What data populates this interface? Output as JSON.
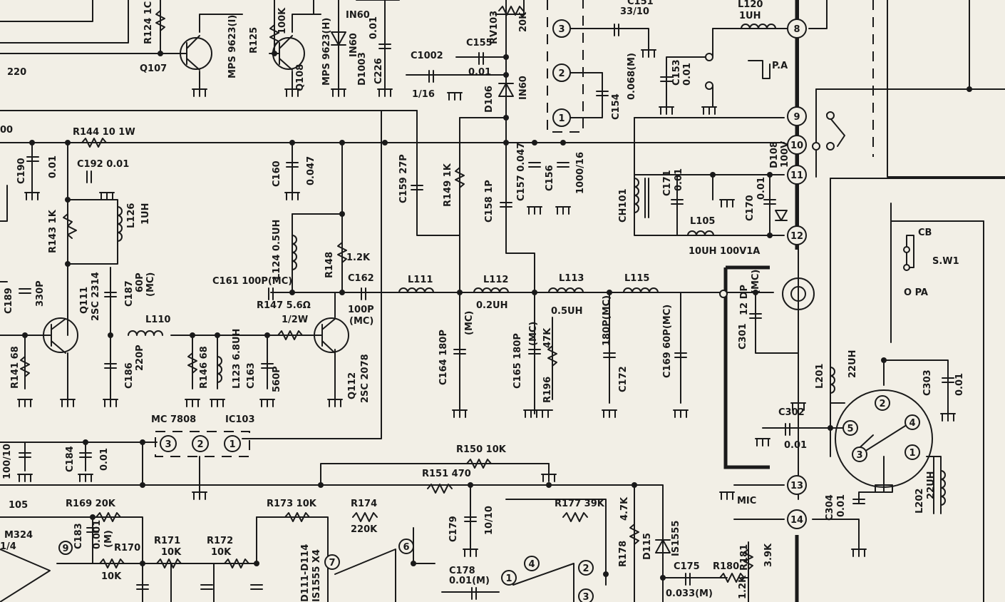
{
  "labels": {
    "r124": "R124 1C",
    "q107": "Q107",
    "mps9623": "MPS 9623(I)",
    "r125": "R125",
    "r125v": "100K",
    "q108": "Q108",
    "mps9623h": "MPS 9623(H)",
    "in60a": "IN60",
    "in60b": "IN60",
    "d103": "D1003",
    "c226": "C226",
    "c226v": "0.01",
    "c1002": "C1002",
    "c1002v": "1/16",
    "c155": "C155",
    "c155v": "0.01",
    "rv103": "RV103",
    "rv103v": "20K",
    "d106": "D106",
    "in60c": "IN60",
    "c151": "C151",
    "c151v": "33/10",
    "c154": "C154",
    "c154v": "0.068(M)",
    "l120": "L120",
    "l120v": "1UH",
    "pa": "P.A",
    "c153": "C153",
    "c153v": "0.01",
    "v220": "220",
    "r144": "R144 10 1W",
    "c190": "C190",
    "c190v": "0.01",
    "c192": "C192  0.01",
    "c160": "C160",
    "c160v": "0.047",
    "c159": "C159 27P",
    "r149": "R149 1K",
    "c158": "C158 1P",
    "c157": "C157 0.047",
    "c156": "C156",
    "c156v": "1000/16",
    "r143": "R143 1K",
    "l126": "L126",
    "l126v": "1UH",
    "l124": "L124 0.5UH",
    "r148": "R148",
    "r148v": "1.2K",
    "ch101": "CH101",
    "c171": "C171",
    "c171v": "0.01",
    "d108": "D108",
    "d108v": "100V",
    "c170": "C170",
    "c170v": "0.01",
    "l105": "L105",
    "l105v": "10UH  100V1A",
    "cb": "CB",
    "sw1": "S.W1",
    "opa": "O PA",
    "c189": "C189",
    "c189v": "330P",
    "q111": "Q111",
    "q111v": "2SC 2314",
    "c187": "C187",
    "c187v": "60P",
    "c187m": "(MC)",
    "c161": "C161 100P(MC)",
    "r147": "R147 5.6Ω",
    "r147w": "1/2W",
    "c162": "C162",
    "c162v": "100P",
    "c162m": "(MC)",
    "l111": "L111",
    "l112": "L112",
    "l112v": "0.2UH",
    "l113": "L113",
    "l113v": "0.5UH",
    "l115": "L115",
    "c301": "C301",
    "c301v": "12 DP",
    "c301m": "(MC)",
    "l110": "L110",
    "r141": "R141 68",
    "c186": "C186",
    "c186v": "220P",
    "r146": "R146 68",
    "l123": "L123 6.8UH",
    "c163": "C163",
    "c163v": "560P",
    "q112": "Q112",
    "q112v": "2SC 2078",
    "c164": "C164 180P",
    "c164m": "(MC)",
    "c165": "C165 180P",
    "c165m": "(MC)",
    "r196": "R196",
    "r196v": "47K",
    "c172": "C172",
    "c172v": "180P(MC)",
    "c169": "C169 60P(MC)",
    "l201": "L201",
    "l201v": "22UH",
    "c303": "C303",
    "c303v": "0.01",
    "c302": "C302",
    "c302v": "0.01",
    "mc7808": "MC 7808",
    "ic103": "IC103",
    "c184": "C184",
    "c184v": "0.01",
    "v100_10": "100/10",
    "r150": "R150 10K",
    "r151": "R151 470",
    "r169": "R169  20K",
    "c183": "C183",
    "c183v": "0.001",
    "c183m": "(M)",
    "r170": "R170",
    "r170v": "10K",
    "r171": "R171",
    "r171v": "10K",
    "r172": "R172",
    "r172v": "10K",
    "r173": "R173 10K",
    "r174": "R174",
    "r174v": "220K",
    "c179": "C179",
    "c179v": "10/10",
    "r177": "R177 39K",
    "r178": "R178",
    "r178v": "4.7K",
    "d115": "D115",
    "is1555a": "IS1555",
    "d111": "D111-D114",
    "d111v": "IS1555 X4",
    "c178": "C178",
    "c178v": "0.01(M)",
    "c175": "C175",
    "c175v": "0.033(M)",
    "r180": "R180",
    "r180v": "1.2K",
    "r181": "R181",
    "r181v": "3.9K",
    "mic": "MIC",
    "c304": "C304",
    "c304v": "0.01",
    "l202": "L202",
    "l202v": "22UH",
    "m324": "M324",
    "m324v": "1/4",
    "v105": "105",
    "v00": "00"
  },
  "pins": {
    "j1": "1",
    "j2": "2",
    "j3": "3",
    "p8": "8",
    "p9": "9",
    "p10": "10",
    "p11": "11",
    "p12": "12",
    "p13": "13",
    "p14": "14",
    "ic1": "1",
    "ic2": "2",
    "ic3": "3",
    "op1": "1",
    "op2": "2",
    "op3": "3",
    "op4": "4",
    "op6": "6",
    "op7": "7",
    "op9": "9",
    "mic1": "1",
    "mic2": "2",
    "mic3": "3",
    "mic4": "4",
    "mic5": "5"
  },
  "colors": {
    "ink": "#1a1a1a",
    "paper": "#f2efe6"
  }
}
